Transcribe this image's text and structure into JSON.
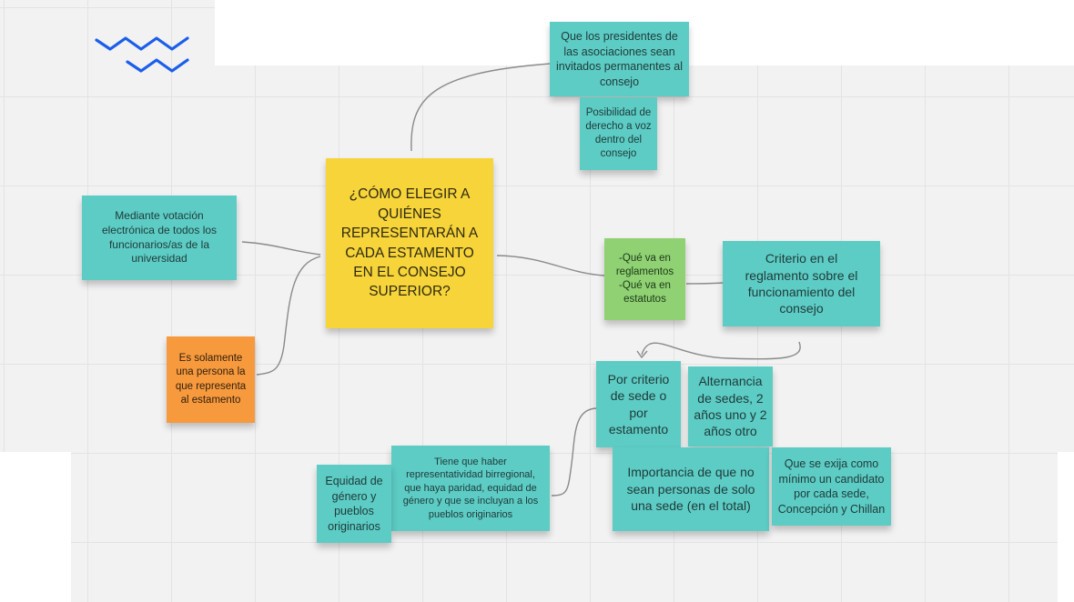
{
  "colors": {
    "teal_note": "#5dccc4",
    "yellow_note": "#f7d43a",
    "green_note": "#8fd173",
    "orange_note": "#f79a3e",
    "logo_blue": "#1a5eea",
    "connector": "#8a8a8a"
  },
  "logo": {
    "icon": "zigzag-wave-logo-icon"
  },
  "notes": {
    "central": "¿CÓMO ELEGIR A QUIÉNES REPRESENTARÁN A CADA ESTAMENTO EN EL CONSEJO SUPERIOR?",
    "presidentes": "Que los presidentes de las asociaciones sean invitados permanentes al consejo",
    "posibilidad": "Posibilidad de derecho a voz dentro del consejo",
    "votacion": "Mediante votación electrónica de todos los funcionarios/as de la universidad",
    "una_persona": "Es solamente una persona la que representa al estamento",
    "reglamentos": "-Qué va en reglamentos\n-Qué va en estatutos",
    "criterio_reglamento": "Criterio en el reglamento sobre el funcionamiento del consejo",
    "por_criterio": "Por criterio de sede o por estamento",
    "alternancia": "Alternancia de sedes, 2 años uno y 2 años otro",
    "importancia": "Importancia de que no sean personas de solo una sede (en el total)",
    "exija": "Que se exija como mínimo un candidato por cada sede, Concepción y Chillan",
    "tiene_que": "Tiene que haber representatividad birregional, que haya paridad, equidad de género y que se incluyan a los pueblos originarios",
    "equidad": "Equidad de género y pueblos originarios"
  }
}
